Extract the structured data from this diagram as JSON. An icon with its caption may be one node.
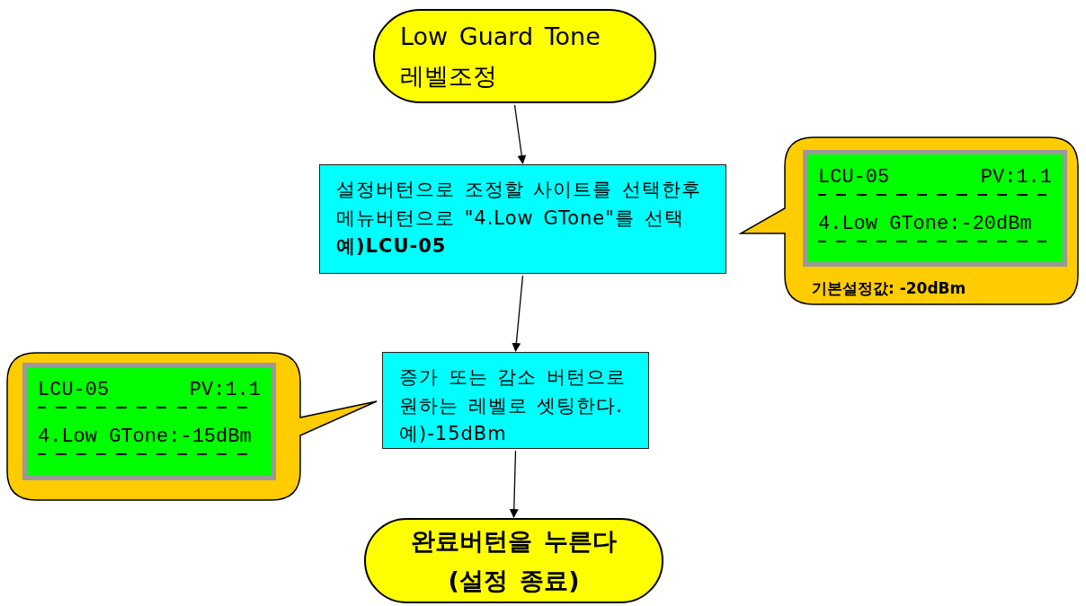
{
  "diagram": {
    "nodes": [
      {
        "text": [
          "Low Guard Tone 레벨조정"
        ]
      },
      {
        "text": [
          "설정버턴으로 조정할 사이트를 선택한후 메뉴버턴으로 \"4.Low GTone\"를 선택 **예)LCU-05**"
        ]
      },
      {
        "text": [
          "기본설정값: -20dBm"
        ]
      },
      {
        "text": [
          "LCU-05",
          "PV:1.1",
          "4.Low GTone:-20dBm"
        ],
        "in": 2
      },
      {
        "text": [],
        "shape": "callout"
      },
      {
        "text": [
          "LCU-05",
          "PV:1.1",
          "4.Low GTone:-15dBm"
        ],
        "in": 4
      },
      {
        "text": [
          "증가 또는 감소 버턴으로 원하는 레벨로 셋팅한다. 예)-15dBm"
        ]
      },
      {
        "text": [
          "완료버턴을 누른다 (설정 종료)"
        ]
      }
    ],
    "edges": [
      {
        "from": 0,
        "to": 1,
        "arrow": "to"
      },
      {
        "from": 1,
        "to": 6,
        "arrow": "to"
      },
      {
        "from": 6,
        "to": 7,
        "arrow": "to"
      }
    ]
  }
}
